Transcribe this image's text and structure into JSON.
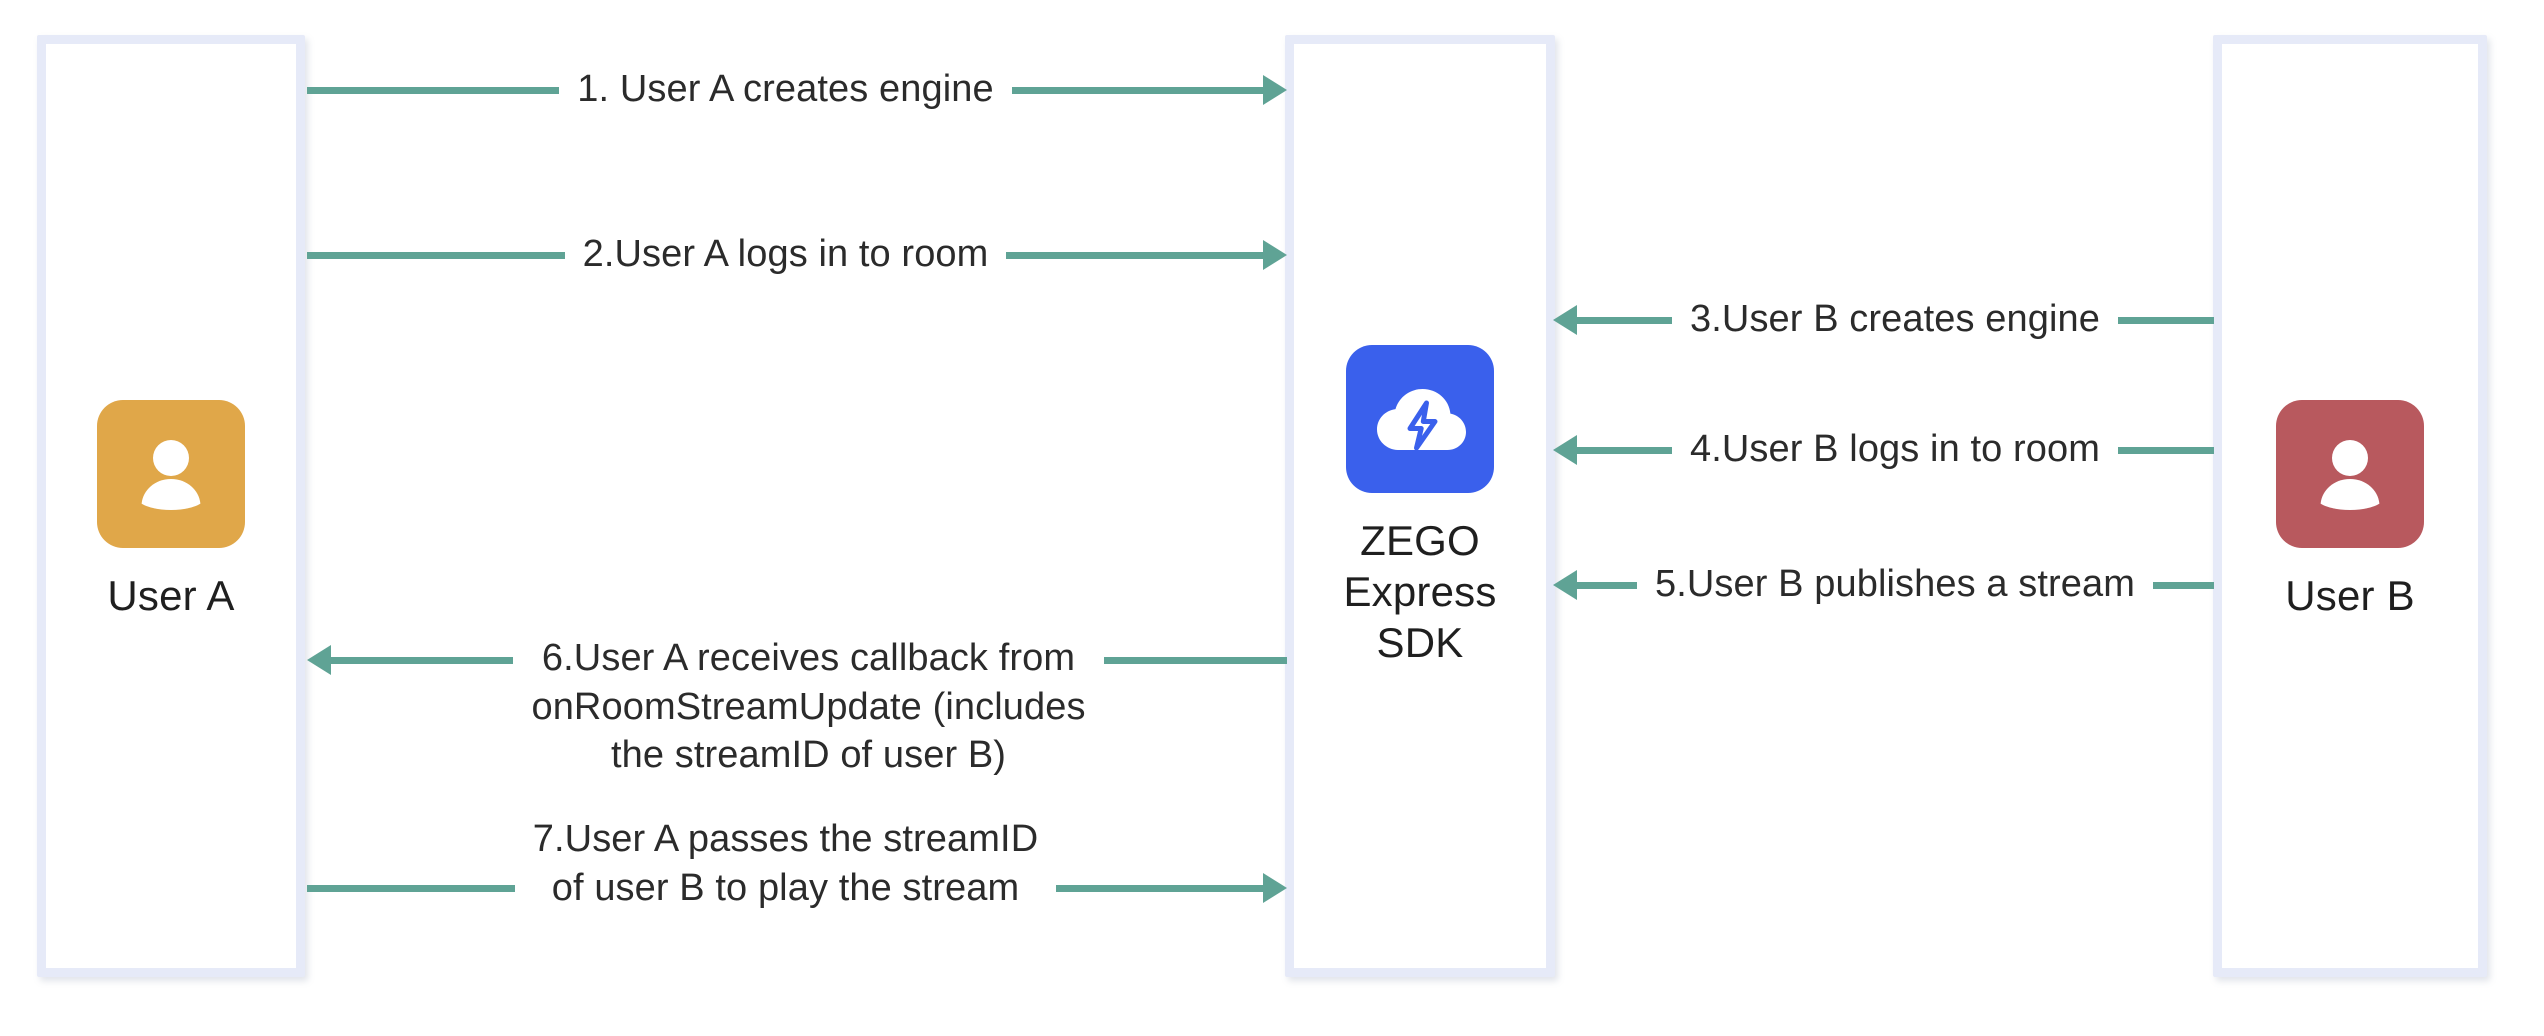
{
  "diagram": {
    "title": "ZEGO Express SDK publish/play stream sequence",
    "accent_arrow_color": "#5fa395",
    "lane_border_color": "#e6eaf8",
    "background_color": "#ffffff"
  },
  "actors": [
    {
      "id": "user-a",
      "label": "User A",
      "icon": "user-avatar-icon",
      "color": "#e0a749"
    },
    {
      "id": "zego-sdk",
      "label": "ZEGO\nExpress\nSDK",
      "icon": "cloud-lightning-icon",
      "color": "#3a60ec"
    },
    {
      "id": "user-b",
      "label": "User B",
      "icon": "user-avatar-icon",
      "color": "#b8595e"
    }
  ],
  "messages": [
    {
      "step": 1,
      "label": "1. User A creates engine",
      "from": "user-a",
      "to": "zego-sdk",
      "direction": "right",
      "lines": 1
    },
    {
      "step": 2,
      "label": "2.User A logs in to room",
      "from": "user-a",
      "to": "zego-sdk",
      "direction": "right",
      "lines": 1
    },
    {
      "step": 3,
      "label": "3.User B creates engine",
      "from": "user-b",
      "to": "zego-sdk",
      "direction": "left",
      "lines": 1
    },
    {
      "step": 4,
      "label": "4.User B logs in to room",
      "from": "user-b",
      "to": "zego-sdk",
      "direction": "left",
      "lines": 1
    },
    {
      "step": 5,
      "label": "5.User B publishes a stream",
      "from": "user-b",
      "to": "zego-sdk",
      "direction": "left",
      "lines": 1
    },
    {
      "step": 6,
      "label": "6.User A receives callback from\nonRoomStreamUpdate (includes\nthe streamID of user B)",
      "from": "zego-sdk",
      "to": "user-a",
      "direction": "left",
      "lines": 3
    },
    {
      "step": 7,
      "label": "7.User A passes the streamID\nof user B to play the stream",
      "from": "user-a",
      "to": "zego-sdk",
      "direction": "right",
      "lines": 2
    }
  ]
}
